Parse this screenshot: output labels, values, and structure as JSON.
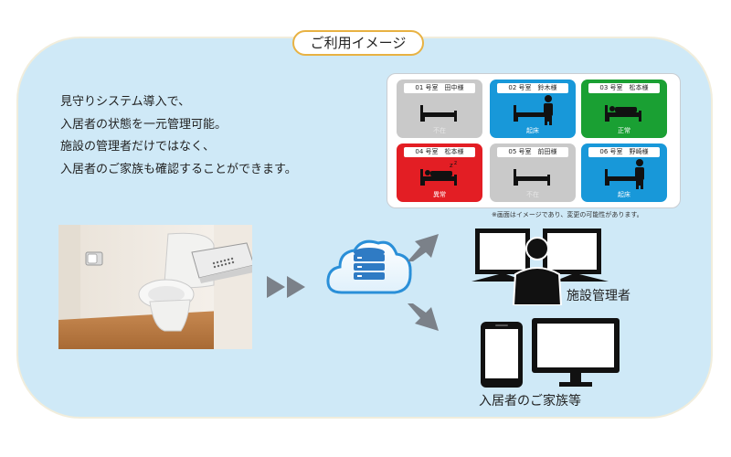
{
  "title": "ご利用イメージ",
  "description": [
    "見守りシステム導入で、",
    "入居者の状態を一元管理可能。",
    "施設の管理者だけではなく、",
    "入居者のご家族も確認することができます。"
  ],
  "rooms": [
    {
      "label": "01 号室　田中様",
      "status": "不在",
      "color": "#c9c9c9",
      "state": "absent"
    },
    {
      "label": "02 号室　鈴木様",
      "status": "起床",
      "color": "#1898d9",
      "state": "awake"
    },
    {
      "label": "03 号室　松本様",
      "status": "正常",
      "color": "#1aa033",
      "state": "normal"
    },
    {
      "label": "04 号室　松本様",
      "status": "異常",
      "color": "#e31e24",
      "state": "abnormal"
    },
    {
      "label": "05 号室　前田様",
      "status": "不在",
      "color": "#c9c9c9",
      "state": "absent"
    },
    {
      "label": "06 号室　野崎様",
      "status": "起床",
      "color": "#1898d9",
      "state": "awake"
    }
  ],
  "note": "※画面はイメージであり、変更の可能性があります。",
  "labels": {
    "facility_manager": "施設管理者",
    "family": "入居者のご家族等"
  },
  "colors": {
    "panel_bg": "#cfe9f7",
    "title_border": "#e8b243",
    "cloud": "#2a8fd8",
    "database": "#2f7bc4",
    "arrow": "#7b8189"
  }
}
